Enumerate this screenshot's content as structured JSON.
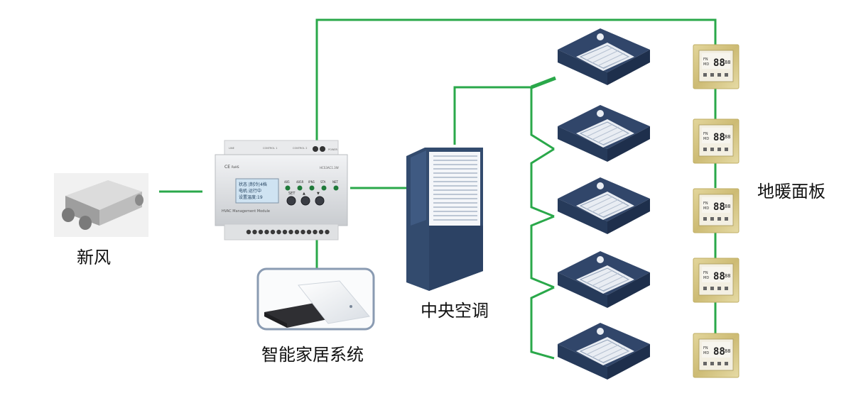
{
  "labels": {
    "fresh_air": "新风",
    "smart_home": "智能家居系统",
    "central_ac": "中央空调",
    "floor_heating_panel": "地暖面板"
  },
  "module": {
    "screen_lines": [
      "状态 |制冷|4档",
      "电机:运行中",
      "设置温度:19"
    ],
    "buttons": [
      "485",
      "485R",
      "IPN1",
      "STA",
      "NET"
    ],
    "keys": [
      "SET",
      "▲",
      "▼"
    ],
    "title": "HVAC Management Module",
    "top_labels": [
      "LINE",
      "CONTROL 1",
      "CONTROL 2",
      "POWER"
    ],
    "corner": "CE",
    "brand": "RoHS",
    "model": "HCS3AC1.3W"
  },
  "thermostat": {
    "digits": "88",
    "small_digits": "88"
  },
  "colors": {
    "wire": "#2aa84a",
    "ac_body": "#334b6e",
    "panel_frame": "#d7c88a",
    "hub_border": "#8a9bb2"
  }
}
